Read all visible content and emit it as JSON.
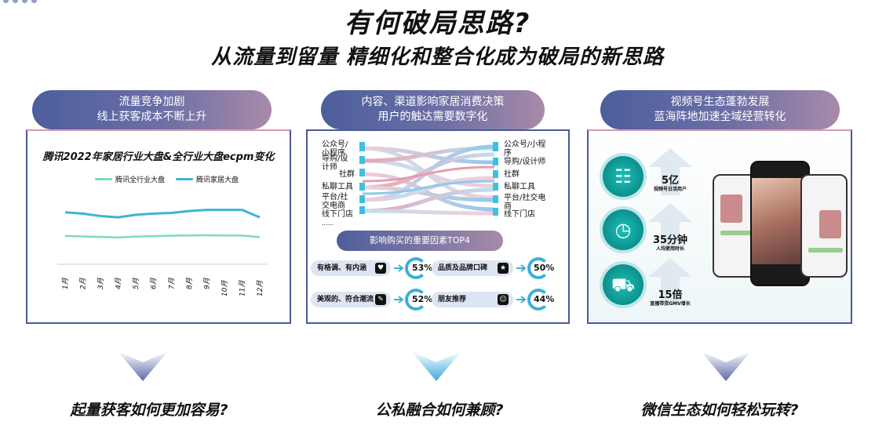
{
  "header": {
    "title": "有何破局思路?",
    "subtitle": "从流量到留量 精细化和整合化成为破局的新思路"
  },
  "columns": [
    {
      "pill_line1": "流量竞争加剧",
      "pill_line2": "线上获客成本不断上升",
      "question": "起量获客如何更加容易?"
    },
    {
      "pill_line1": "内容、渠道影响家居消费决策",
      "pill_line2": "用户的触达需要数字化",
      "question": "公私融合如何兼顾?"
    },
    {
      "pill_line1": "视频号生态蓬勃发展",
      "pill_line2": "蓝海阵地加速全域经营转化",
      "question": "微信生态如何轻松玩转?"
    }
  ],
  "chart_data": {
    "type": "line",
    "title": "腾讯2022年家居行业大盘&全行业大盘ecpm变化",
    "categories": [
      "1月",
      "2月",
      "3月",
      "4月",
      "5月",
      "6月",
      "7月",
      "8月",
      "9月",
      "10月",
      "11月",
      "12月"
    ],
    "series": [
      {
        "name": "腾讯全行业大盘",
        "color": "#7fd8c4",
        "values": [
          26,
          25.6,
          25.2,
          24.8,
          25.4,
          25.8,
          26.2,
          26.4,
          26.5,
          26.4,
          26.4,
          25
        ]
      },
      {
        "name": "腾讯家居大盘",
        "color": "#3cb4d8",
        "values": [
          45,
          44,
          42,
          41,
          43,
          44,
          44.5,
          46,
          47,
          47,
          47,
          41
        ]
      }
    ],
    "ylim": [
      0,
      60
    ]
  },
  "sankey": {
    "left_labels": [
      "公众号/小程序",
      "导购/设计师",
      "社群",
      "私聊工具",
      "平台/社交电商",
      "线下门店"
    ],
    "right_labels": [
      "公众号/小程序",
      "导购/设计师",
      "社群",
      "私聊工具",
      "平台/社交电商",
      "线下门店"
    ],
    "ellipsis": "......"
  },
  "factors": {
    "title": "影响购买的重要因素TOP4",
    "items": [
      {
        "label": "有格调、有内涵",
        "pct": "53%",
        "icon": "heart-icon"
      },
      {
        "label": "品质及品牌口碑",
        "pct": "50%",
        "icon": "star-icon"
      },
      {
        "label": "美观的、符合潮流",
        "pct": "52%",
        "icon": "brush-icon"
      },
      {
        "label": "朋友推荐",
        "pct": "44%",
        "icon": "hands-icon"
      }
    ]
  },
  "stats": [
    {
      "big": "5亿",
      "small": "视频号日活用户",
      "icon": "chat-users-icon"
    },
    {
      "big": "35分钟",
      "small": "人均使用时长",
      "icon": "clock-icon"
    },
    {
      "big": "15倍",
      "small": "直播带货GMV增长",
      "icon": "cart-icon"
    }
  ]
}
